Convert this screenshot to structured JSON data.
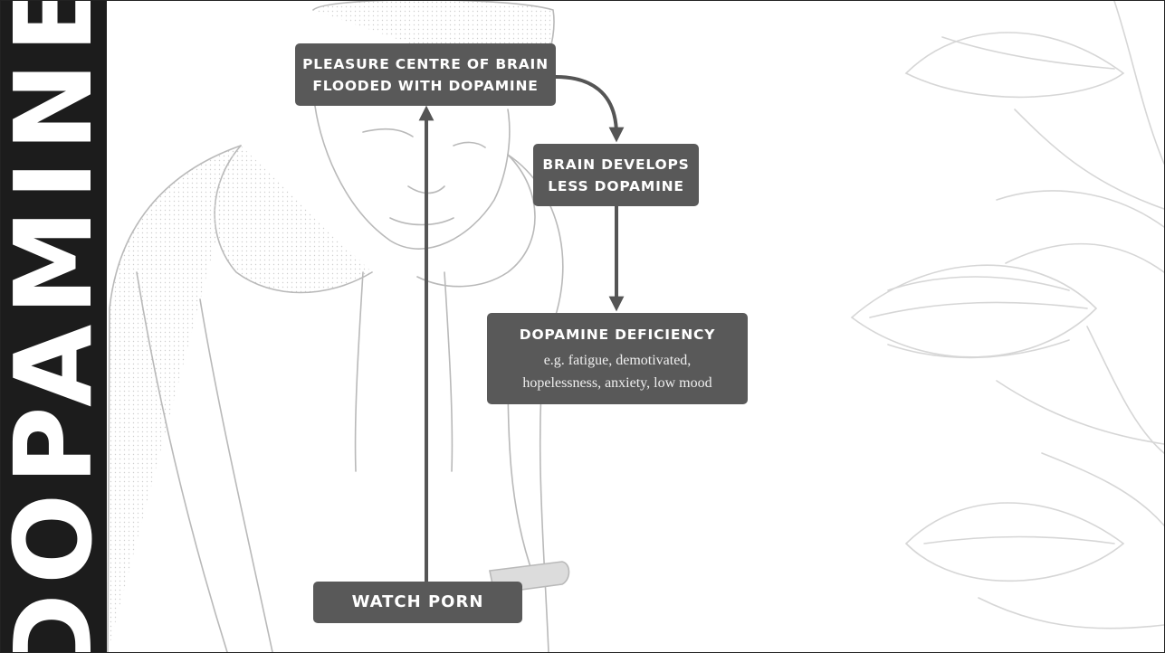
{
  "slide": {
    "side_title": "DOPAMINE"
  },
  "flow": {
    "pleasure_centre": "PLEASURE CENTRE OF BRAIN\nFLOODED WITH DOPAMINE",
    "brain_develops": "BRAIN DEVELOPS\nLESS DOPAMINE",
    "deficiency_title": "DOPAMINE DEFICIENCY",
    "deficiency_detail": "e.g. fatigue, demotivated,\nhopelessness, anxiety, low mood",
    "watch": "WATCH PORN"
  },
  "colors": {
    "box_fill": "#595959",
    "arrow": "#555555",
    "side_band": "#1c1c1c",
    "sketch_lines": "#c8c8c8"
  }
}
